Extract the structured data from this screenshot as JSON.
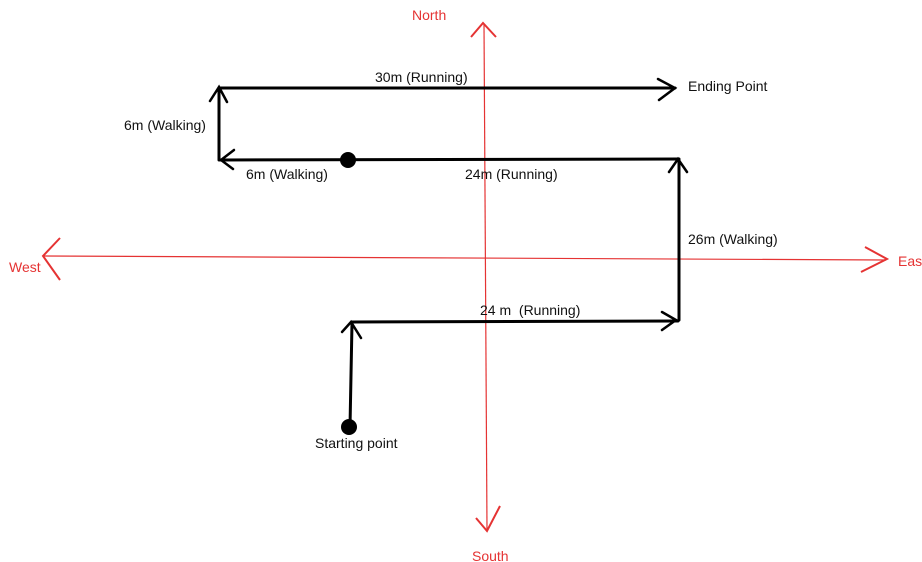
{
  "colors": {
    "axis": "#e53333",
    "path": "#000000",
    "text": "#111111"
  },
  "compass": {
    "north": "North",
    "south": "South",
    "west": "West",
    "east": "East"
  },
  "points": {
    "start": "Starting point",
    "end": "Ending Point"
  },
  "segments": [
    {
      "label": "30m (Running)"
    },
    {
      "label": "6m (Walking)"
    },
    {
      "label": "6m (Walking)"
    },
    {
      "label": "24m (Running)"
    },
    {
      "label": "26m (Walking)"
    },
    {
      "label": "24 m  (Running)"
    }
  ]
}
